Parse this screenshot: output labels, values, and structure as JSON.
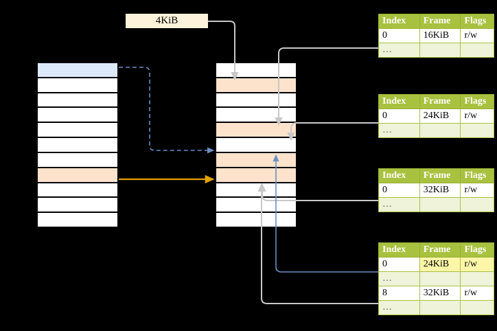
{
  "diagram": {
    "title_label": "4KiB",
    "background_color": "#000000",
    "accent_green": "#a8c13f",
    "accent_orange": "#fde3cc",
    "accent_blue": "#dce9fb",
    "highlight_yellow": "#fdf6a8"
  },
  "columns": {
    "left": {
      "name": "left-memory-column",
      "row_count": 11,
      "highlights": {
        "blue_row_index": 0,
        "orange_row_index": 7
      }
    },
    "middle": {
      "name": "middle-memory-column",
      "row_count": 11,
      "orange_row_indexes": [
        1,
        4,
        6,
        7
      ]
    }
  },
  "tables": [
    {
      "id": "page-table-1",
      "headers": [
        "Index",
        "Frame",
        "Flags"
      ],
      "rows": [
        {
          "kind": "data",
          "cells": [
            "0",
            "16KiB",
            "r/w"
          ],
          "highlight": [
            false,
            false,
            false
          ]
        },
        {
          "kind": "dots",
          "cells": [
            "…",
            "",
            ""
          ],
          "highlight": [
            false,
            false,
            false
          ]
        }
      ]
    },
    {
      "id": "page-table-2",
      "headers": [
        "Index",
        "Frame",
        "Flags"
      ],
      "rows": [
        {
          "kind": "data",
          "cells": [
            "0",
            "24KiB",
            "r/w"
          ],
          "highlight": [
            false,
            false,
            false
          ]
        },
        {
          "kind": "dots",
          "cells": [
            "…",
            "",
            ""
          ],
          "highlight": [
            false,
            false,
            false
          ]
        }
      ]
    },
    {
      "id": "page-table-3",
      "headers": [
        "Index",
        "Frame",
        "Flags"
      ],
      "rows": [
        {
          "kind": "data",
          "cells": [
            "0",
            "32KiB",
            "r/w"
          ],
          "highlight": [
            false,
            false,
            false
          ]
        },
        {
          "kind": "dots",
          "cells": [
            "…",
            "",
            ""
          ],
          "highlight": [
            false,
            false,
            false
          ]
        }
      ]
    },
    {
      "id": "page-table-4",
      "headers": [
        "Index",
        "Frame",
        "Flags"
      ],
      "rows": [
        {
          "kind": "data",
          "cells": [
            "0",
            "24KiB",
            "r/w"
          ],
          "highlight": [
            false,
            true,
            true
          ]
        },
        {
          "kind": "dots",
          "cells": [
            "…",
            "",
            ""
          ],
          "highlight": [
            false,
            false,
            false
          ]
        },
        {
          "kind": "data",
          "cells": [
            "8",
            "32KiB",
            "r/w"
          ],
          "highlight": [
            false,
            false,
            false
          ]
        },
        {
          "kind": "dots",
          "cells": [
            "…",
            "",
            ""
          ],
          "highlight": [
            false,
            false,
            false
          ]
        }
      ]
    }
  ],
  "connectors": {
    "blue_dashed_label": "virtual-address-lookup",
    "orange_solid_label": "frame-mapping",
    "gray_label": "table-walk-link"
  }
}
